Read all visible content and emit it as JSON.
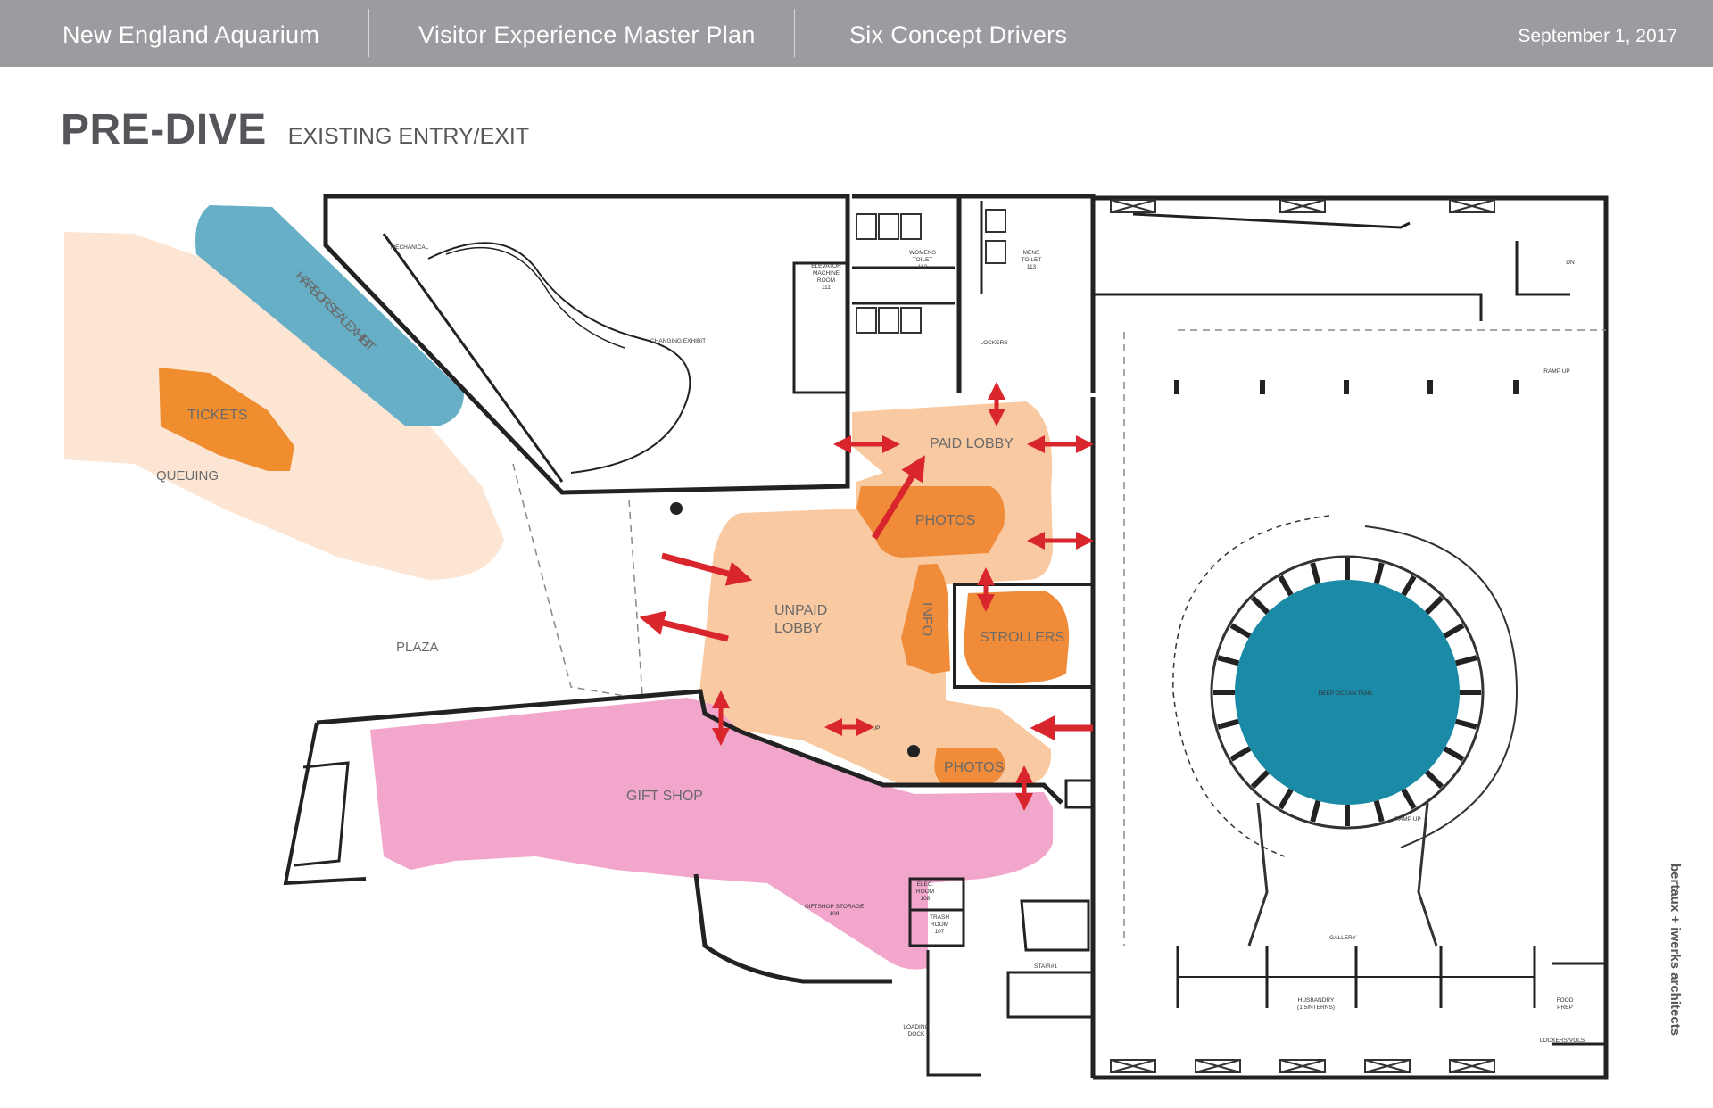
{
  "header": {
    "org": "New England Aquarium",
    "project": "Visitor Experience Master Plan",
    "section": "Six Concept Drivers",
    "date": "September 1, 2017"
  },
  "page": {
    "title": "PRE-DIVE",
    "subtitle": "EXISTING ENTRY/EXIT"
  },
  "credit": "bertaux + iwerks architects",
  "zones": {
    "harbor_seal": "HARBOR SEAL EXHIBIT",
    "tickets": "TICKETS",
    "queuing": "QUEUING",
    "plaza": "PLAZA",
    "paid_lobby": "PAID LOBBY",
    "photos_upper": "PHOTOS",
    "unpaid_lobby_1": "UNPAID",
    "unpaid_lobby_2": "LOBBY",
    "info": "INFO",
    "strollers": "STROLLERS",
    "photos_lower": "PHOTOS",
    "gift_shop": "GIFT SHOP"
  },
  "rooms": {
    "mechanical": "MECHANICAL",
    "changing_exhibit": "CHANGING EXHIBIT",
    "elevator_1": "ELEVATOR",
    "elevator_2": "MACHINE",
    "elevator_3": "ROOM",
    "elevator_4": "111",
    "womens_1": "WOMENS",
    "womens_2": "TOILET",
    "womens_3": "112",
    "mens_1": "MENS",
    "mens_2": "TOILET",
    "mens_3": "113",
    "lockers": "LOCKERS",
    "ramp_up": "RAMP UP",
    "deep_ocean_tank": "DEEP OCEAN TANK",
    "ramp_up_2": "RAMP UP",
    "gallery": "GALLERY",
    "elec_1": "ELEC.",
    "elec_2": "ROOM",
    "elec_3": "108",
    "trash_1": "TRASH",
    "trash_2": "ROOM",
    "trash_3": "107",
    "giftshop_storage_1": "GIFTSHOP STORAGE",
    "giftshop_storage_2": "109",
    "stair": "STAIR#1",
    "loading_1": "LOADING",
    "loading_2": "DOCK",
    "husbandry_1": "HUSBANDRY",
    "husbandry_2": "(1.5INTERNS)",
    "food_1": "FOOD",
    "food_2": "PREP",
    "lockers_vols": "LOCKERS/VOLS",
    "up": "UP",
    "dn": "DN"
  },
  "colors": {
    "header_bg": "#9b9c9f",
    "queuing": "#fde5d4",
    "seal_exhibit": "#66afc6",
    "tickets": "#f08d2e",
    "lobby": "#f9c9a1",
    "photos_info_strollers": "#ef8b39",
    "gift_shop": "#f3a6cb",
    "deep_ocean_tank": "#1a8aa6",
    "arrow": "#d9262c",
    "wall": "#222222"
  }
}
